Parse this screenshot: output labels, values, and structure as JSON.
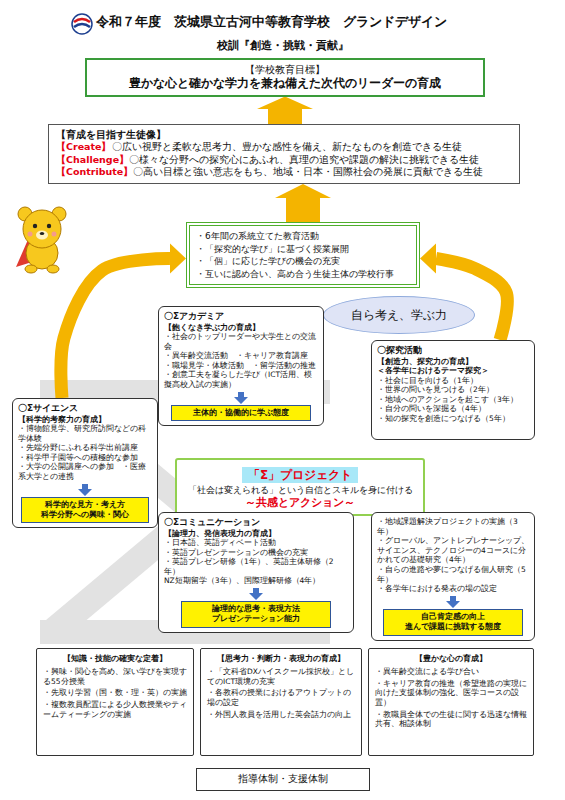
{
  "diagram": {
    "title": "令和７年度　茨城県立古河中等教育学校　グランドデザイン",
    "nodes": [
      {
        "text": [
          "【学校教育目標】",
          "豊かな心と確かな学力を兼ね備えた次代のリーダーの育成"
        ]
      },
      {
        "text": [
          "【育成を目指す生徒像】",
          "【Create】",
          "〇広い視野と柔軟な思考力、豊かな感性を備え、新たなものを創造できる生徒",
          "【Challenge】",
          "〇様々な分野への探究心にあふれ、真理の追究や課題の解決に挑戦できる生徒",
          "【Contribute】",
          "〇高い目標と強い意志をもち、地域・日本・国際社会の発展に貢献できる生徒"
        ]
      },
      {
        "text": [
          "・6年間の系統立てた教育活動",
          "・「探究的な学び」に基づく授業展開",
          "・「個」に応じた学びの機会の充実",
          "・互いに認め合い、高め合う生徒主体の学校行事"
        ]
      },
      {
        "text": [
          "自ら考え、学ぶ力"
        ]
      },
      {
        "text": [
          "〇Σアカデミア",
          "【飽くなき学ぶ力の育成】",
          "・社会のトップリーダーや大学生との交流会",
          "・異年齢交流活動　・キャリア教育講座",
          "・職場見学・体験活動　・留学活動の推進",
          "・創意工夫を凝らした学び（ICT活用、模擬高校入試の実施）"
        ]
      },
      {
        "text": [
          "主体的・協働的に学ぶ態度"
        ],
        "in": 4
      },
      {
        "text": [
          "〇探究活動",
          "【創造力、探究力の育成】",
          "＜各学年におけるテーマ探究＞",
          "・社会に目を向ける（1年）",
          "・世界の問いを見つける（2年）",
          "・地域へのアクションを起こす（3年）",
          "・自分の問いを深掘る（4年）",
          "・知の探究を創造につなげる（5年）"
        ]
      },
      {
        "text": [
          "〇Σサイエンス",
          "【科学的考察力の育成】",
          "・博物館見学、研究所訪問などの科学体験",
          "・先端分野にふれる科学出前講座",
          "・科学甲子園等への積極的な参加",
          "・大学の公開講座への参加　・医療系大学との連携"
        ]
      },
      {
        "text": [
          "科学的な見方・考え方",
          "科学分野への興味・関心"
        ],
        "in": 7
      },
      {
        "text": [
          "「Σ」プロジェクト",
          "「社会は変えられる」という自信とスキルを身に付ける",
          "～共感とアクション～"
        ]
      },
      {
        "text": [
          "〇Σコミュニケーション",
          "【論理力、発信表現力の育成】",
          "・日本語、英語ディベート活動",
          "・英語プレゼンテーションの機会の充実",
          "・英語プレゼン研修（1年）、英語主体研修（2年）",
          "NZ短期留学（3年）、国際理解研修（4年）"
        ]
      },
      {
        "text": [
          "論理的な思考・表現方法",
          "プレゼンテーション能力"
        ],
        "in": 10
      },
      {
        "text": [
          "・地域課題解決プロジェクトの実施（3年）",
          "・グローバル、アントレプレナーシップ、サイエンス、テクノロジーの4コースに分かれての基礎研究（4年）",
          "・自らの進路や夢につなげる個人研究（5年）",
          "・各学年における発表の場の設定"
        ]
      },
      {
        "text": [
          "自己肯定感の向上",
          "進んで課題に挑戦する態度"
        ],
        "in": 12
      },
      {
        "text": [
          "【知識・技能の確実な定着】",
          "・興味・関心を高め、深い学びを実現する55分授業",
          "・先取り学習（国・数・理・英）の実施",
          "・複数教員配置による少人数授業やティームティーチングの実施"
        ]
      },
      {
        "text": [
          "【思考力・判断力・表現力の育成】",
          "・「文科省DXハイスクール採択校」としてのICT環境の充実",
          "・各教科の授業におけるアウトプットの場の設定",
          "・外国人教員を活用した英会話力の向上"
        ]
      },
      {
        "text": [
          "【豊かな心の育成】",
          "・異年齢交流による学び合い",
          "・キャリア教育の推進（希望進路の実現に向けた支援体制の強化、医学コースの設置）",
          "・教職員全体での生徒に関する迅速な情報共有、相談体制"
        ]
      },
      {
        "text": [
          "指導体制・支援体制"
        ]
      }
    ],
    "edges": [
      {
        "from": 2,
        "to": 1,
        "arrow": "to"
      },
      {
        "from": 1,
        "to": 0,
        "arrow": "to"
      },
      {
        "from": 7,
        "to": 2,
        "arrow": "to"
      },
      {
        "from": 6,
        "to": 2,
        "arrow": "to"
      }
    ],
    "labels": [
      "校訓『創造・挑戦・貢献』"
    ]
  }
}
